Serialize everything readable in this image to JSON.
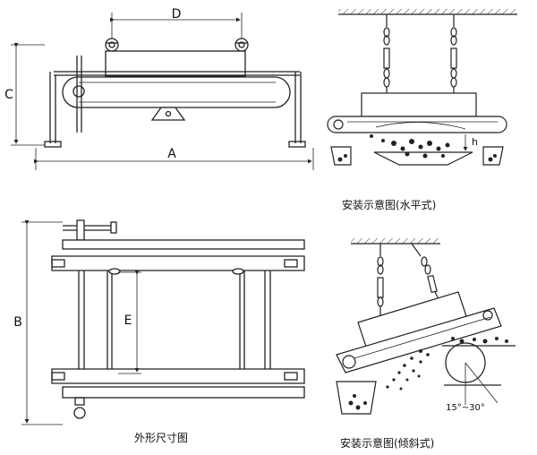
{
  "dimension_labels": {
    "A": "A",
    "B": "B",
    "C": "C",
    "D": "D",
    "E": "E",
    "h": "h"
  },
  "angle_label": "15°~30°",
  "captions": {
    "dimensions": "外形尺寸图",
    "horizontal": "安装示意图(水平式)",
    "inclined": "安装示意图(倾斜式)"
  }
}
